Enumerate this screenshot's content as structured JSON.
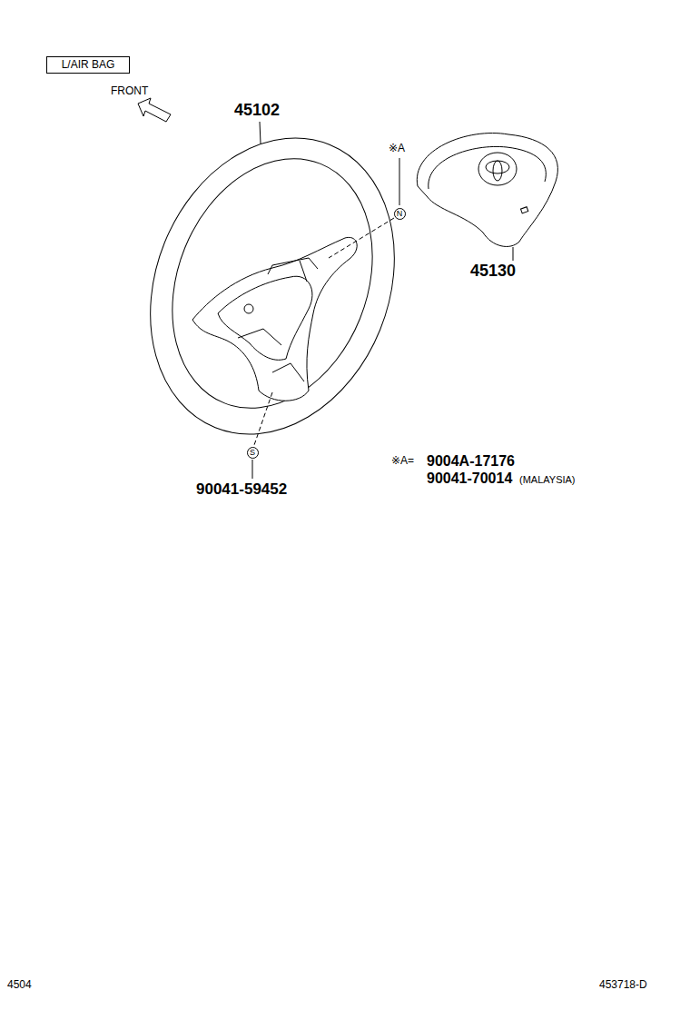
{
  "diagram": {
    "nodes": [
      {
        "text": [
          "L/AIR BAG"
        ]
      },
      {
        "text": [
          "N"
        ]
      },
      {
        "text": [
          "S"
        ]
      }
    ],
    "labels": [
      "FRONT",
      "45102",
      "※A",
      "45130",
      "90041-59452",
      "※A=",
      "9004A-17176",
      "90041-70014",
      "(MALAYSIA)",
      "4504",
      "453718-D"
    ]
  }
}
